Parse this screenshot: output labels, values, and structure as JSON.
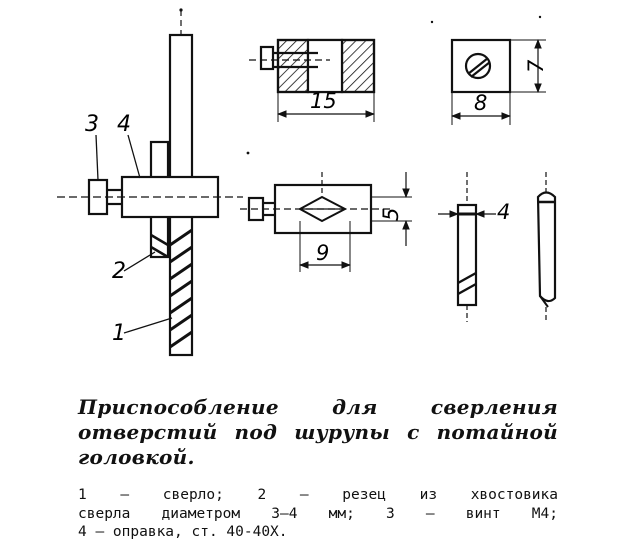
{
  "figure": {
    "callouts": [
      "3",
      "4",
      "2",
      "1"
    ],
    "dimensions": {
      "slot_width": "15",
      "plate_height": "7",
      "plate_width": "8",
      "groove_height": "5",
      "groove_length": "9",
      "shank_thickness": "4"
    }
  },
  "caption": {
    "title": "Приспособление для сверления отверстий под шурупы с потайной головкой."
  },
  "legend": {
    "line1": "1 — сверло;  2 — резец  из  хвостовика",
    "line2": "сверла диаметром 3—4 мм; 3 — винт М4;",
    "line3": "4 — оправка, ст. 40-40Х."
  }
}
